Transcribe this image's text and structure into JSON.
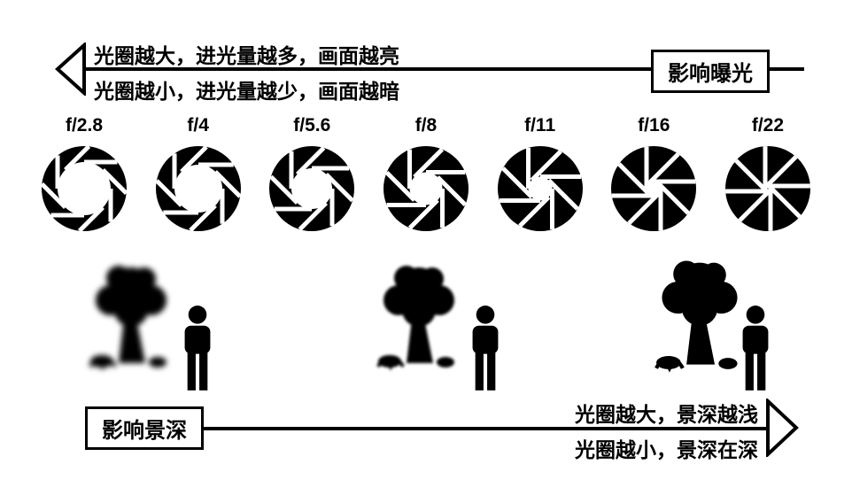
{
  "exposure": {
    "line1": "光圈越大，进光量越多，画面越亮",
    "line2": "光圈越小，进光量越少，画面越暗",
    "box_label": "影响曝光"
  },
  "apertures": [
    {
      "label": "f/2.8",
      "opening": 30
    },
    {
      "label": "f/4",
      "opening": 27
    },
    {
      "label": "f/5.6",
      "opening": 23
    },
    {
      "label": "f/8",
      "opening": 18.5
    },
    {
      "label": "f/11",
      "opening": 13.5
    },
    {
      "label": "f/16",
      "opening": 8
    },
    {
      "label": "f/22",
      "opening": 3
    }
  ],
  "depth_of_field": {
    "box_label": "影响景深",
    "line1": "光圈越大，景深越浅",
    "line2": "光圈越小，景深在深"
  },
  "colors": {
    "ink": "#000000",
    "background": "#ffffff"
  }
}
